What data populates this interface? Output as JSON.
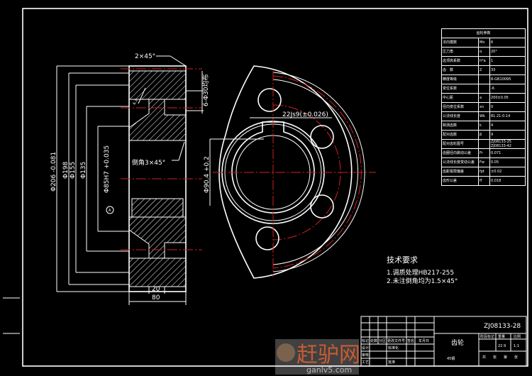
{
  "drawing": {
    "front_view": {
      "chamfer_top": "2×45°",
      "holes_note": "6-Φ30均布",
      "chamfer_bore": "倒角3×45°",
      "dim_d206": "Φ206 -0.081",
      "dim_d198": "Φ198",
      "dim_d155": "Φ155",
      "dim_d135": "Φ135",
      "dim_bore": "Φ85H7 +0.035",
      "dim_width": "80",
      "dim_rim": "20",
      "datum": "A",
      "roughness": "6.3"
    },
    "side_view": {
      "keyway_dim": "22Js9(±0.026)",
      "bore_depth": "Φ90.4 +0.2"
    },
    "tech_requirements": {
      "title": "技术要求",
      "items": [
        "1.调质处理HB217-255",
        "2.未注倒角均为1.5×45°"
      ]
    },
    "gear_params": {
      "title": "齿轮参数",
      "rows": [
        [
          "法向模数",
          "Mn",
          "6"
        ],
        [
          "压力角",
          "α",
          "20°"
        ],
        [
          "齿顶高系数",
          "h*a",
          "1"
        ],
        [
          "齿　数",
          "Z",
          "33"
        ],
        [
          "精度等级",
          "",
          "8-GB10095"
        ],
        [
          "变位系数",
          "",
          "-6"
        ],
        [
          "中心距",
          "a",
          "200±0.05"
        ],
        [
          "径向变位系数",
          "xn",
          "0"
        ],
        [
          "公法线长度",
          "Wk",
          "81.21-0.14"
        ],
        [
          "跨测齿数",
          "k",
          "4"
        ],
        [
          "配对齿数",
          "β",
          "9"
        ],
        [
          "配对齿轮图号",
          "",
          "ZJ08133-25 ZJ08133-42"
        ],
        [
          "齿圈径向跳动公差",
          "Fr",
          "0.071"
        ],
        [
          "公法线长度变动公差",
          "Fw",
          "0.05"
        ],
        [
          "齿距极限偏差",
          "fpt",
          "±0.02"
        ],
        [
          "齿形公差",
          "ff",
          "0.018"
        ]
      ]
    },
    "title_block": {
      "drawing_no": "ZJ08133-28",
      "part_name": "齿轮",
      "material": "45钢",
      "headers": [
        "标记",
        "处数",
        "分区",
        "更改文件号",
        "签名",
        "年月日"
      ],
      "roles": [
        "设计",
        "审核",
        "工艺",
        "标准化",
        "批准"
      ],
      "stage_headers": [
        "阶段标记",
        "重量",
        "比例"
      ],
      "scale": "1:1",
      "weight": "22.9",
      "sheets": [
        "共",
        "张",
        "第",
        "张"
      ]
    },
    "watermark": {
      "brand": "赶驴网",
      "url": "ganlv5.com"
    }
  }
}
